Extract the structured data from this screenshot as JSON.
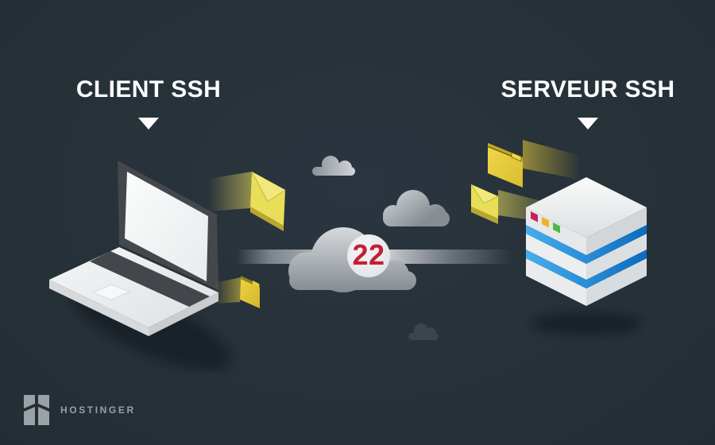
{
  "client": {
    "label": "CLIENT SSH",
    "device": "laptop"
  },
  "server": {
    "label": "SERVEUR SSH",
    "device": "server-stack",
    "status_lights": [
      "#c6215c",
      "#f2b126",
      "#54b54a"
    ]
  },
  "connection": {
    "port": "22",
    "port_color": "#c41f36",
    "medium": "clouds-and-line"
  },
  "brand": {
    "name": "HOSTINGER"
  },
  "palette": {
    "background": "#273138",
    "label_text": "#fdfdfd",
    "packet_yellow": "#e8cd3d",
    "envelope_yellow": "#e9de58",
    "server_blue": "#1283d8",
    "cloud_light": "#d8dbde",
    "cloud_dark": "#82898f",
    "device_white": "#eef0f1",
    "device_dark": "#43474c",
    "logo_gray": "#9aa2a8"
  },
  "icons": [
    "laptop-icon",
    "server-stack-icon",
    "cloud-large-icon",
    "cloud-medium-icon",
    "cloud-small-icon",
    "cloud-faint-icon",
    "envelope-client-icon",
    "folder-client-icon",
    "envelope-server-icon",
    "folder-server-icon",
    "down-arrow-icon",
    "port-badge",
    "hostinger-logo-icon",
    "connection-line"
  ]
}
